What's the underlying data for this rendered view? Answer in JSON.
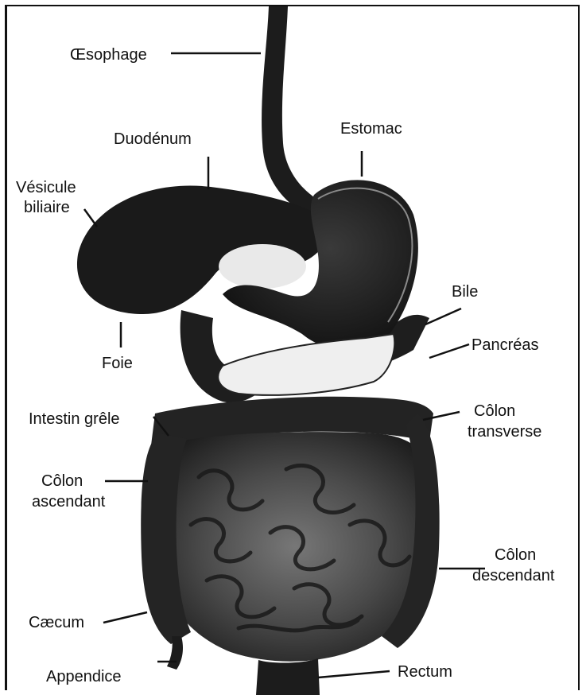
{
  "diagram": {
    "labels": {
      "oesophage": "Œsophage",
      "estomac": "Estomac",
      "duodenum": "Duodénum",
      "vesicule_line1": "Vésicule",
      "vesicule_line2": "biliaire",
      "bile": "Bile",
      "pancreas": "Pancréas",
      "foie": "Foie",
      "intestin_grele": "Intestin grêle",
      "colon_transverse_line1": "Côlon",
      "colon_transverse_line2": "transverse",
      "colon_ascendant_line1": "Côlon",
      "colon_ascendant_line2": "ascendant",
      "colon_descendant_line1": "Côlon",
      "colon_descendant_line2": "descendant",
      "caecum": "Cæcum",
      "appendice": "Appendice",
      "rectum": "Rectum"
    },
    "colors": {
      "organ_dark": "#1c1c1c",
      "intestine_dark": "#2a2a2a",
      "intestine_light": "#6e6e6e",
      "highlight": "#e9e9e9",
      "line": "#111111"
    }
  }
}
